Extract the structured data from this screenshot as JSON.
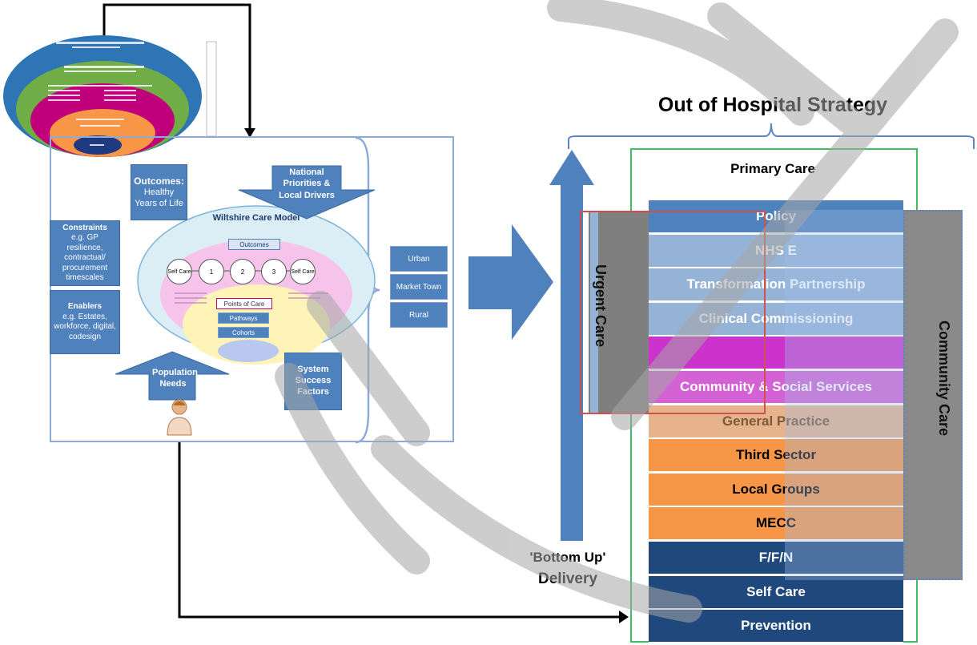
{
  "diagram": {
    "title": "Out of Hospital Strategy",
    "primary_care": "Primary Care",
    "urgent_care": "Urgent Care",
    "community_care": "Community Care",
    "bottom_up": "'Bottom Up'",
    "delivery": "Delivery",
    "layers": [
      {
        "label": "Policy",
        "color": "#4f81bd",
        "text_color": "#ffffff"
      },
      {
        "label": "NHS E",
        "color": "#95b3d7",
        "text_color": "#ffffff"
      },
      {
        "label": "Transformation Partnership",
        "color": "#95b3d7",
        "text_color": "#ffffff"
      },
      {
        "label": "Clinical Commissioning",
        "color": "#95b3d7",
        "text_color": "#ffffff"
      },
      {
        "label": "",
        "color": "#cc33cc",
        "text_color": "#ffffff"
      },
      {
        "label": "Community & Social Services",
        "color": "#d462d4",
        "text_color": "#ffffff"
      },
      {
        "label": "General Practice",
        "color": "#e6b38c",
        "text_color": "#7a5a3a"
      },
      {
        "label": "Third Sector",
        "color": "#f79646",
        "text_color": "#000000"
      },
      {
        "label": "Local Groups",
        "color": "#f79646",
        "text_color": "#000000"
      },
      {
        "label": "MECC",
        "color": "#f79646",
        "text_color": "#000000"
      },
      {
        "label": "F/F/N",
        "color": "#1f497d",
        "text_color": "#ffffff"
      },
      {
        "label": "Self Care",
        "color": "#1f497d",
        "text_color": "#ffffff"
      },
      {
        "label": "Prevention",
        "color": "#1f497d",
        "text_color": "#ffffff"
      }
    ],
    "care_model": {
      "title": "Wiltshire Care Model",
      "outcomes_box": "Outcomes:",
      "outcomes_detail": "Healthy Years of Life",
      "national": "National Priorities & Local Drivers",
      "constraints_title": "Constraints",
      "constraints_detail": "e.g. GP resilience, contractual/ procurement timescales",
      "enablers_title": "Enablers",
      "enablers_detail": "e.g. Estates, workforce, digital, codesign",
      "population_needs": "Population Needs",
      "system_success": "System Success Factors",
      "inner_outcomes": "Outcomes",
      "self_care_left": "Self Care",
      "self_care_right": "Self Care",
      "circle_labels": [
        "1",
        "2",
        "3"
      ],
      "points_of_care": "Points of Care",
      "pathways": "Pathways",
      "cohorts": "Cohorts",
      "areas": [
        "Urban",
        "Market Town",
        "Rural"
      ]
    }
  }
}
